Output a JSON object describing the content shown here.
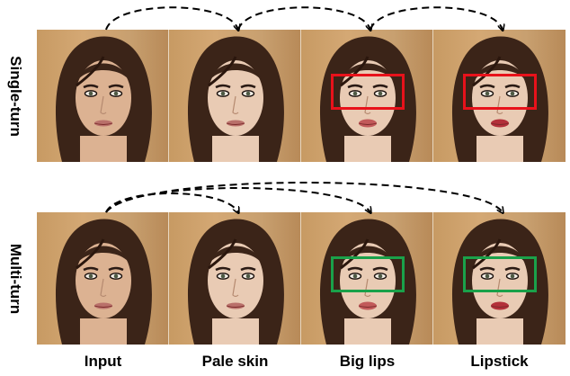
{
  "rows": [
    {
      "label": "Single-turn",
      "box_color": "red",
      "tiles": [
        {
          "box": false
        },
        {
          "box": false
        },
        {
          "box": true
        },
        {
          "box": true
        }
      ]
    },
    {
      "label": "Multi-turn",
      "box_color": "green",
      "tiles": [
        {
          "box": false
        },
        {
          "box": false
        },
        {
          "box": true
        },
        {
          "box": true
        }
      ]
    }
  ],
  "captions": [
    "Input",
    "Pale skin",
    "Big lips",
    "Lipstick"
  ],
  "colors": {
    "single_box": "#e8121b",
    "multi_box": "#1aa14a",
    "arrow": "#000000"
  },
  "icons": [
    "face-portrait-icon",
    "dashed-arrow-icon"
  ]
}
